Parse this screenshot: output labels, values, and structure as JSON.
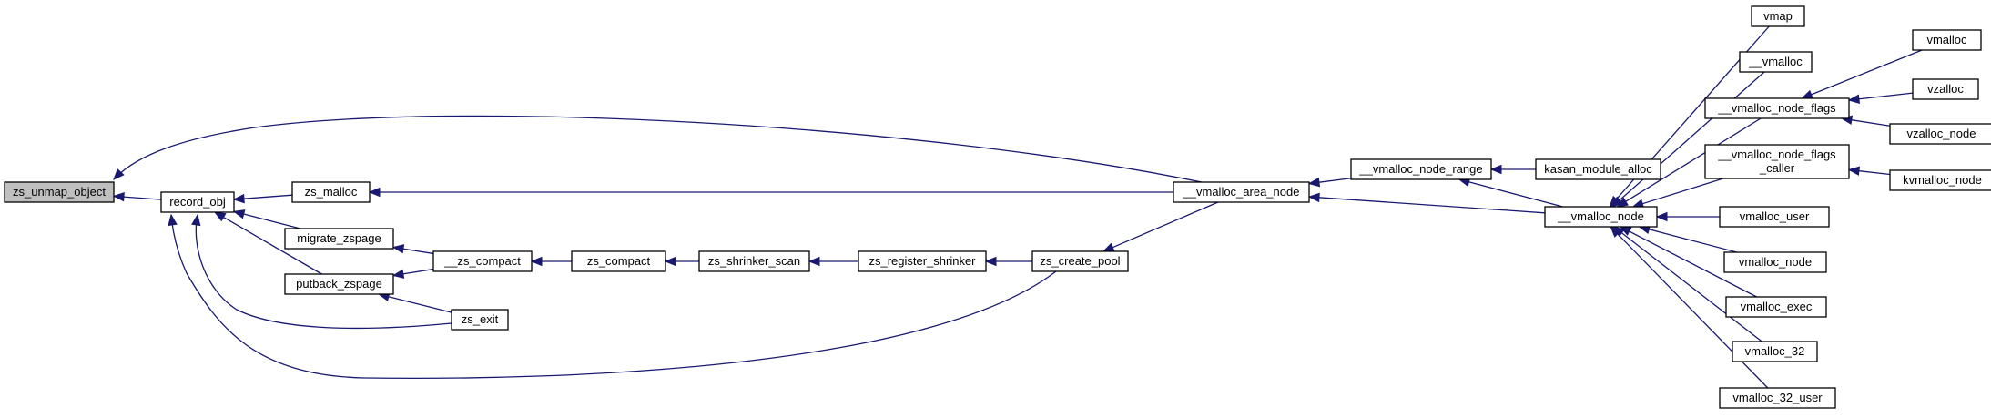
{
  "graph": {
    "nodes": [
      {
        "id": "zs_unmap_object",
        "lines": [
          "zs_unmap_object"
        ],
        "root": true
      },
      {
        "id": "record_obj",
        "lines": [
          "record_obj"
        ]
      },
      {
        "id": "zs_malloc",
        "lines": [
          "zs_malloc"
        ]
      },
      {
        "id": "migrate_zspage",
        "lines": [
          "migrate_zspage"
        ]
      },
      {
        "id": "putback_zspage",
        "lines": [
          "putback_zspage"
        ]
      },
      {
        "id": "__zs_compact",
        "lines": [
          "__zs_compact"
        ]
      },
      {
        "id": "zs_exit",
        "lines": [
          "zs_exit"
        ]
      },
      {
        "id": "zs_compact",
        "lines": [
          "zs_compact"
        ]
      },
      {
        "id": "zs_shrinker_scan",
        "lines": [
          "zs_shrinker_scan"
        ]
      },
      {
        "id": "zs_register_shrinker",
        "lines": [
          "zs_register_shrinker"
        ]
      },
      {
        "id": "zs_create_pool",
        "lines": [
          "zs_create_pool"
        ]
      },
      {
        "id": "__vmalloc_area_node",
        "lines": [
          "__vmalloc_area_node"
        ]
      },
      {
        "id": "__vmalloc_node_range",
        "lines": [
          "__vmalloc_node_range"
        ]
      },
      {
        "id": "kasan_module_alloc",
        "lines": [
          "kasan_module_alloc"
        ]
      },
      {
        "id": "__vmalloc_node",
        "lines": [
          "__vmalloc_node"
        ]
      },
      {
        "id": "vmap",
        "lines": [
          "vmap"
        ]
      },
      {
        "id": "__vmalloc",
        "lines": [
          "__vmalloc"
        ]
      },
      {
        "id": "__vmalloc_node_flags",
        "lines": [
          "__vmalloc_node_flags"
        ]
      },
      {
        "id": "__vmalloc_node_flags_caller",
        "lines": [
          "__vmalloc_node_flags",
          "_caller"
        ]
      },
      {
        "id": "vmalloc_user",
        "lines": [
          "vmalloc_user"
        ]
      },
      {
        "id": "vmalloc_node",
        "lines": [
          "vmalloc_node"
        ]
      },
      {
        "id": "vmalloc_exec",
        "lines": [
          "vmalloc_exec"
        ]
      },
      {
        "id": "vmalloc_32",
        "lines": [
          "vmalloc_32"
        ]
      },
      {
        "id": "vmalloc_32_user",
        "lines": [
          "vmalloc_32_user"
        ]
      },
      {
        "id": "vmalloc",
        "lines": [
          "vmalloc"
        ]
      },
      {
        "id": "vzalloc",
        "lines": [
          "vzalloc"
        ]
      },
      {
        "id": "vzalloc_node",
        "lines": [
          "vzalloc_node"
        ]
      },
      {
        "id": "kvmalloc_node",
        "lines": [
          "kvmalloc_node"
        ]
      }
    ],
    "edges": [
      {
        "from": "record_obj",
        "to": "zs_unmap_object"
      },
      {
        "from": "__vmalloc_area_node",
        "to": "zs_unmap_object"
      },
      {
        "from": "zs_malloc",
        "to": "record_obj"
      },
      {
        "from": "migrate_zspage",
        "to": "record_obj"
      },
      {
        "from": "putback_zspage",
        "to": "record_obj"
      },
      {
        "from": "zs_exit",
        "to": "record_obj"
      },
      {
        "from": "zs_create_pool",
        "to": "record_obj"
      },
      {
        "from": "__vmalloc_area_node",
        "to": "zs_malloc"
      },
      {
        "from": "__zs_compact",
        "to": "migrate_zspage"
      },
      {
        "from": "__zs_compact",
        "to": "putback_zspage"
      },
      {
        "from": "zs_exit",
        "to": "putback_zspage"
      },
      {
        "from": "zs_compact",
        "to": "__zs_compact"
      },
      {
        "from": "zs_shrinker_scan",
        "to": "zs_compact"
      },
      {
        "from": "zs_register_shrinker",
        "to": "zs_shrinker_scan"
      },
      {
        "from": "zs_create_pool",
        "to": "zs_register_shrinker"
      },
      {
        "from": "__vmalloc_area_node",
        "to": "zs_create_pool"
      },
      {
        "from": "__vmalloc_node_range",
        "to": "__vmalloc_area_node"
      },
      {
        "from": "__vmalloc_node",
        "to": "__vmalloc_area_node"
      },
      {
        "from": "kasan_module_alloc",
        "to": "__vmalloc_node_range"
      },
      {
        "from": "__vmalloc_node",
        "to": "__vmalloc_node_range"
      },
      {
        "from": "vmap",
        "to": "__vmalloc_node"
      },
      {
        "from": "__vmalloc",
        "to": "__vmalloc_node"
      },
      {
        "from": "__vmalloc_node_flags",
        "to": "__vmalloc_node"
      },
      {
        "from": "__vmalloc_node_flags_caller",
        "to": "__vmalloc_node"
      },
      {
        "from": "vmalloc_user",
        "to": "__vmalloc_node"
      },
      {
        "from": "vmalloc_node",
        "to": "__vmalloc_node"
      },
      {
        "from": "vmalloc_exec",
        "to": "__vmalloc_node"
      },
      {
        "from": "vmalloc_32",
        "to": "__vmalloc_node"
      },
      {
        "from": "vmalloc_32_user",
        "to": "__vmalloc_node"
      },
      {
        "from": "vmalloc",
        "to": "__vmalloc_node_flags"
      },
      {
        "from": "vzalloc",
        "to": "__vmalloc_node_flags"
      },
      {
        "from": "vzalloc_node",
        "to": "__vmalloc_node_flags"
      },
      {
        "from": "kvmalloc_node",
        "to": "__vmalloc_node_flags_caller"
      }
    ]
  },
  "colors": {
    "edge": "#191970",
    "node_fill": "#ffffff",
    "root_fill": "#bfbfbf",
    "node_border": "#000000"
  }
}
